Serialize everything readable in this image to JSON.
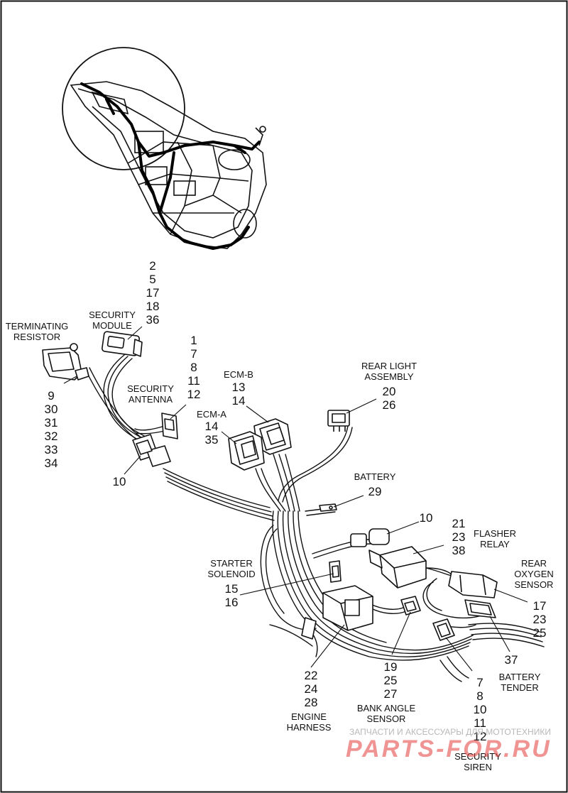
{
  "labels": {
    "terminating_resistor": "TERMINATING\nRESISTOR",
    "security_module": "SECURITY\nMODULE",
    "security_antenna": "SECURITY\nANTENNA",
    "ecm_b": "ECM-B",
    "ecm_a": "ECM-A",
    "rear_light_assembly": "REAR LIGHT\nASSEMBLY",
    "battery": "BATTERY",
    "flasher_relay": "FLASHER\nRELAY",
    "rear_oxygen_sensor": "REAR\nOXYGEN\nSENSOR",
    "starter_solenoid": "STARTER\nSOLENOID",
    "battery_tender": "BATTERY\nTENDER",
    "engine_harness": "ENGINE\nHARNESS",
    "bank_angle_sensor": "BANK ANGLE\nSENSOR",
    "security_siren": "SECURITY\nSIREN"
  },
  "callouts": {
    "security_module": [
      "2",
      "5",
      "17",
      "18",
      "36"
    ],
    "terminating_resistor": [
      "9",
      "30",
      "31",
      "32",
      "33",
      "34"
    ],
    "security_antenna": [
      "1",
      "7",
      "8",
      "11",
      "12"
    ],
    "ecm_b": [
      "13",
      "14"
    ],
    "ecm_a": [
      "14",
      "35"
    ],
    "inline_connector": [
      "10"
    ],
    "rear_light_assembly": [
      "20",
      "26"
    ],
    "battery": [
      "29"
    ],
    "fuse_holder": [
      "10"
    ],
    "flasher_relay": [
      "21",
      "23",
      "38"
    ],
    "starter_solenoid": [
      "15",
      "16"
    ],
    "rear_oxygen_sensor": [
      "17",
      "23",
      "25"
    ],
    "battery_tender": [
      "37"
    ],
    "engine_harness": [
      "22",
      "24",
      "28"
    ],
    "bank_angle_sensor": [
      "19",
      "25",
      "27"
    ],
    "security_siren": [
      "7",
      "8",
      "10",
      "11",
      "12"
    ]
  },
  "watermark": {
    "tagline": "ЗАПЧАСТИ И АКСЕССУАРЫ ДЛЯ МОТОТЕХНИКИ",
    "logo": "PARTS-FOR.RU"
  },
  "colors": {
    "line": "#111111",
    "watermark_logo": "#e23b3b",
    "watermark_text": "#b8b8b8"
  }
}
